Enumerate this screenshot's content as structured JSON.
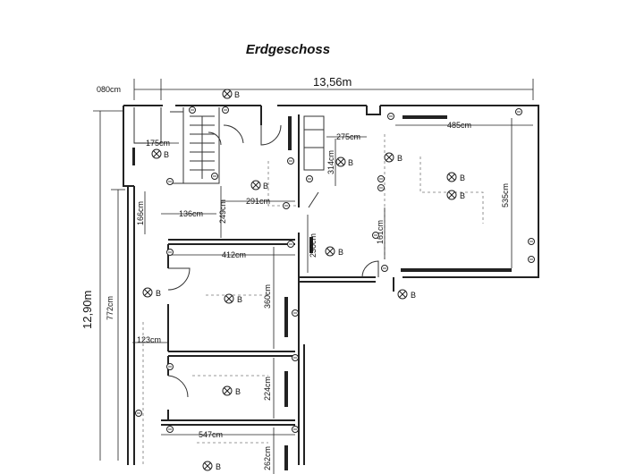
{
  "plan": {
    "title": "Erdgeschoss",
    "total_width": "13,56m",
    "total_height": "12,90m",
    "light_symbol": "B",
    "dimensions": {
      "d080": "080cm",
      "d175": "175cm",
      "d275": "275cm",
      "d485": "485cm",
      "d314": "314cm",
      "d535": "535cm",
      "d166": "166cm",
      "d136": "136cm",
      "d249": "249cm",
      "d291": "291cm",
      "d230": "230cm",
      "d161": "161cm",
      "d412": "412cm",
      "d360": "360cm",
      "d772": "772cm",
      "d123": "123cm",
      "d224": "224cm",
      "d547": "547cm",
      "d262": "262cm"
    }
  }
}
